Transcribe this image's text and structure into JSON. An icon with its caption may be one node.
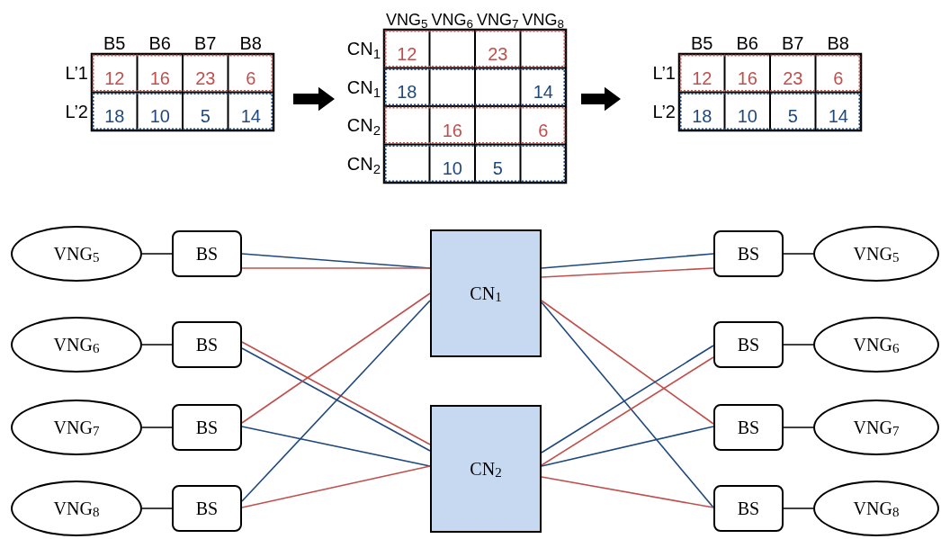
{
  "diagram": {
    "nodes": [
      {
        "text": [
          "B5",
          "B6",
          "B7",
          "B8",
          "L’1",
          "12",
          "16",
          "23",
          "6",
          "L’2",
          "18",
          "10",
          "5",
          "14"
        ]
      },
      {
        "text": [
          "VNG$_{5}$",
          "VNG$_{6}$",
          "VNG$_{7}$",
          "VNG$_{8}$",
          "CN$_{1}$",
          "12",
          "23",
          "CN$_{1}$",
          "18",
          "14",
          "CN$_{2}$",
          "16",
          "6",
          "CN$_{2}$",
          "10",
          "5"
        ]
      },
      {
        "text": [
          "B5",
          "B6",
          "B7",
          "B8",
          "L’1",
          "12",
          "16",
          "23",
          "6",
          "L’2",
          "18",
          "10",
          "5",
          "14"
        ]
      },
      {
        "text": [
          "VNG$_{5}$"
        ]
      },
      {
        "text": [
          "VNG$_{6}$"
        ]
      },
      {
        "text": [
          "VNG$_{7}$"
        ]
      },
      {
        "text": [
          "VNG$_{8}$"
        ]
      },
      {
        "text": [
          "BS"
        ]
      },
      {
        "text": [
          "BS"
        ]
      },
      {
        "text": [
          "BS"
        ]
      },
      {
        "text": [
          "BS"
        ]
      },
      {
        "text": [
          "CN$_{1}$"
        ]
      },
      {
        "text": [
          "CN$_{2}$"
        ]
      },
      {
        "text": [
          "BS"
        ]
      },
      {
        "text": [
          "BS"
        ]
      },
      {
        "text": [
          "BS"
        ]
      },
      {
        "text": [
          "BS"
        ]
      },
      {
        "text": [
          "VNG$_{5}$"
        ]
      },
      {
        "text": [
          "VNG$_{6}$"
        ]
      },
      {
        "text": [
          "VNG$_{7}$"
        ]
      },
      {
        "text": [
          "VNG$_{8}$"
        ]
      }
    ],
    "edges": [
      {
        "from": 0,
        "to": 1,
        "arrow": "to",
        "style": "thick"
      },
      {
        "from": 1,
        "to": 2,
        "arrow": "to",
        "style": "thick"
      },
      {
        "from": 3,
        "to": 7,
        "arrow": "none"
      },
      {
        "from": 4,
        "to": 8,
        "arrow": "none"
      },
      {
        "from": 5,
        "to": 9,
        "arrow": "none"
      },
      {
        "from": 6,
        "to": 10,
        "arrow": "none"
      },
      {
        "from": 7,
        "to": 11,
        "arrow": "none",
        "color": "#1f497d"
      },
      {
        "from": 7,
        "to": 11,
        "arrow": "none",
        "color": "#c0504d"
      },
      {
        "from": 8,
        "to": 12,
        "arrow": "none",
        "color": "#c0504d"
      },
      {
        "from": 8,
        "to": 12,
        "arrow": "none",
        "color": "#1f497d"
      },
      {
        "from": 9,
        "to": 11,
        "arrow": "none",
        "color": "#c0504d"
      },
      {
        "from": 9,
        "to": 12,
        "arrow": "none",
        "color": "#1f497d"
      },
      {
        "from": 10,
        "to": 11,
        "arrow": "none",
        "color": "#1f497d"
      },
      {
        "from": 10,
        "to": 12,
        "arrow": "none",
        "color": "#c0504d"
      },
      {
        "from": 11,
        "to": 13,
        "arrow": "none",
        "color": "#1f497d"
      },
      {
        "from": 11,
        "to": 13,
        "arrow": "none",
        "color": "#c0504d"
      },
      {
        "from": 11,
        "to": 15,
        "arrow": "none",
        "color": "#c0504d"
      },
      {
        "from": 11,
        "to": 16,
        "arrow": "none",
        "color": "#1f497d"
      },
      {
        "from": 12,
        "to": 14,
        "arrow": "none",
        "color": "#1f497d"
      },
      {
        "from": 12,
        "to": 14,
        "arrow": "none",
        "color": "#c0504d"
      },
      {
        "from": 12,
        "to": 15,
        "arrow": "none",
        "color": "#1f497d"
      },
      {
        "from": 12,
        "to": 16,
        "arrow": "none",
        "color": "#c0504d"
      },
      {
        "from": 13,
        "to": 17,
        "arrow": "none"
      },
      {
        "from": 14,
        "to": 18,
        "arrow": "none"
      },
      {
        "from": 15,
        "to": 19,
        "arrow": "none"
      },
      {
        "from": 16,
        "to": 20,
        "arrow": "none"
      }
    ]
  }
}
